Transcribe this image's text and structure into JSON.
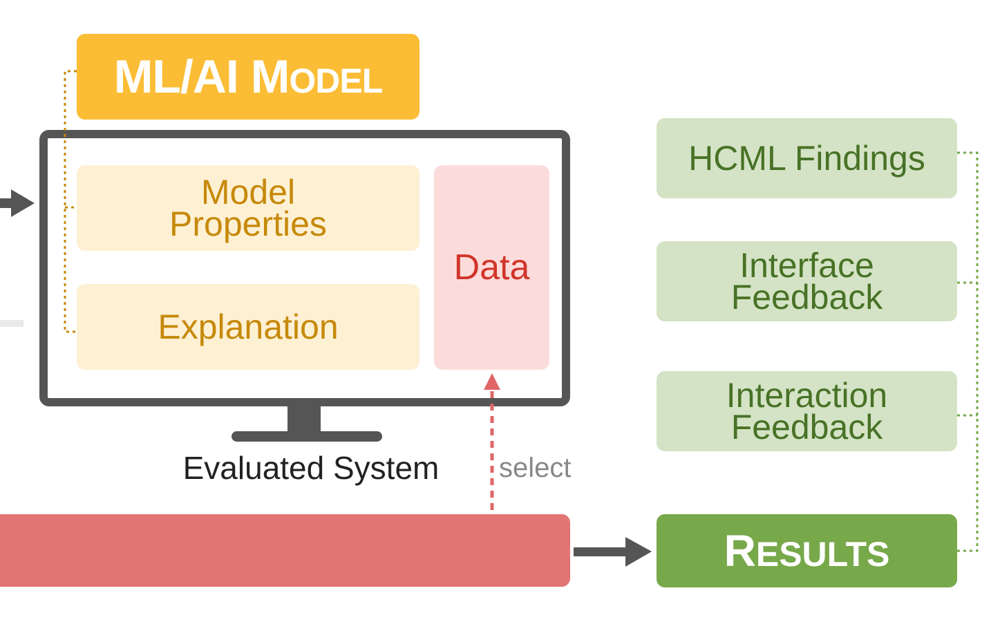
{
  "model": {
    "title_main": "ML/AI M",
    "title_smallcaps": "ODEL",
    "properties_line1": "Model",
    "properties_line2": "Properties",
    "explanation": "Explanation"
  },
  "data_box": {
    "label": "Data"
  },
  "system": {
    "label": "Evaluated System"
  },
  "select": {
    "label": "select"
  },
  "findings": {
    "hcml": "HCML Findings",
    "interface_line1": "Interface",
    "interface_line2": "Feedback",
    "interaction_line1": "Interaction",
    "interaction_line2": "Feedback"
  },
  "results": {
    "title_main": "R",
    "title_smallcaps": "ESULTS"
  },
  "colors": {
    "model": "#fbbd35",
    "model_light": "#fef0d3",
    "model_text": "#c68909",
    "data_fill": "#fcdcdb",
    "data_text": "#d1352a",
    "red_bar": "#e27573",
    "green_light": "#d4e3c5",
    "green_text": "#487226",
    "results": "#77a84a",
    "monitor": "#555555",
    "arrow": "#555555"
  }
}
